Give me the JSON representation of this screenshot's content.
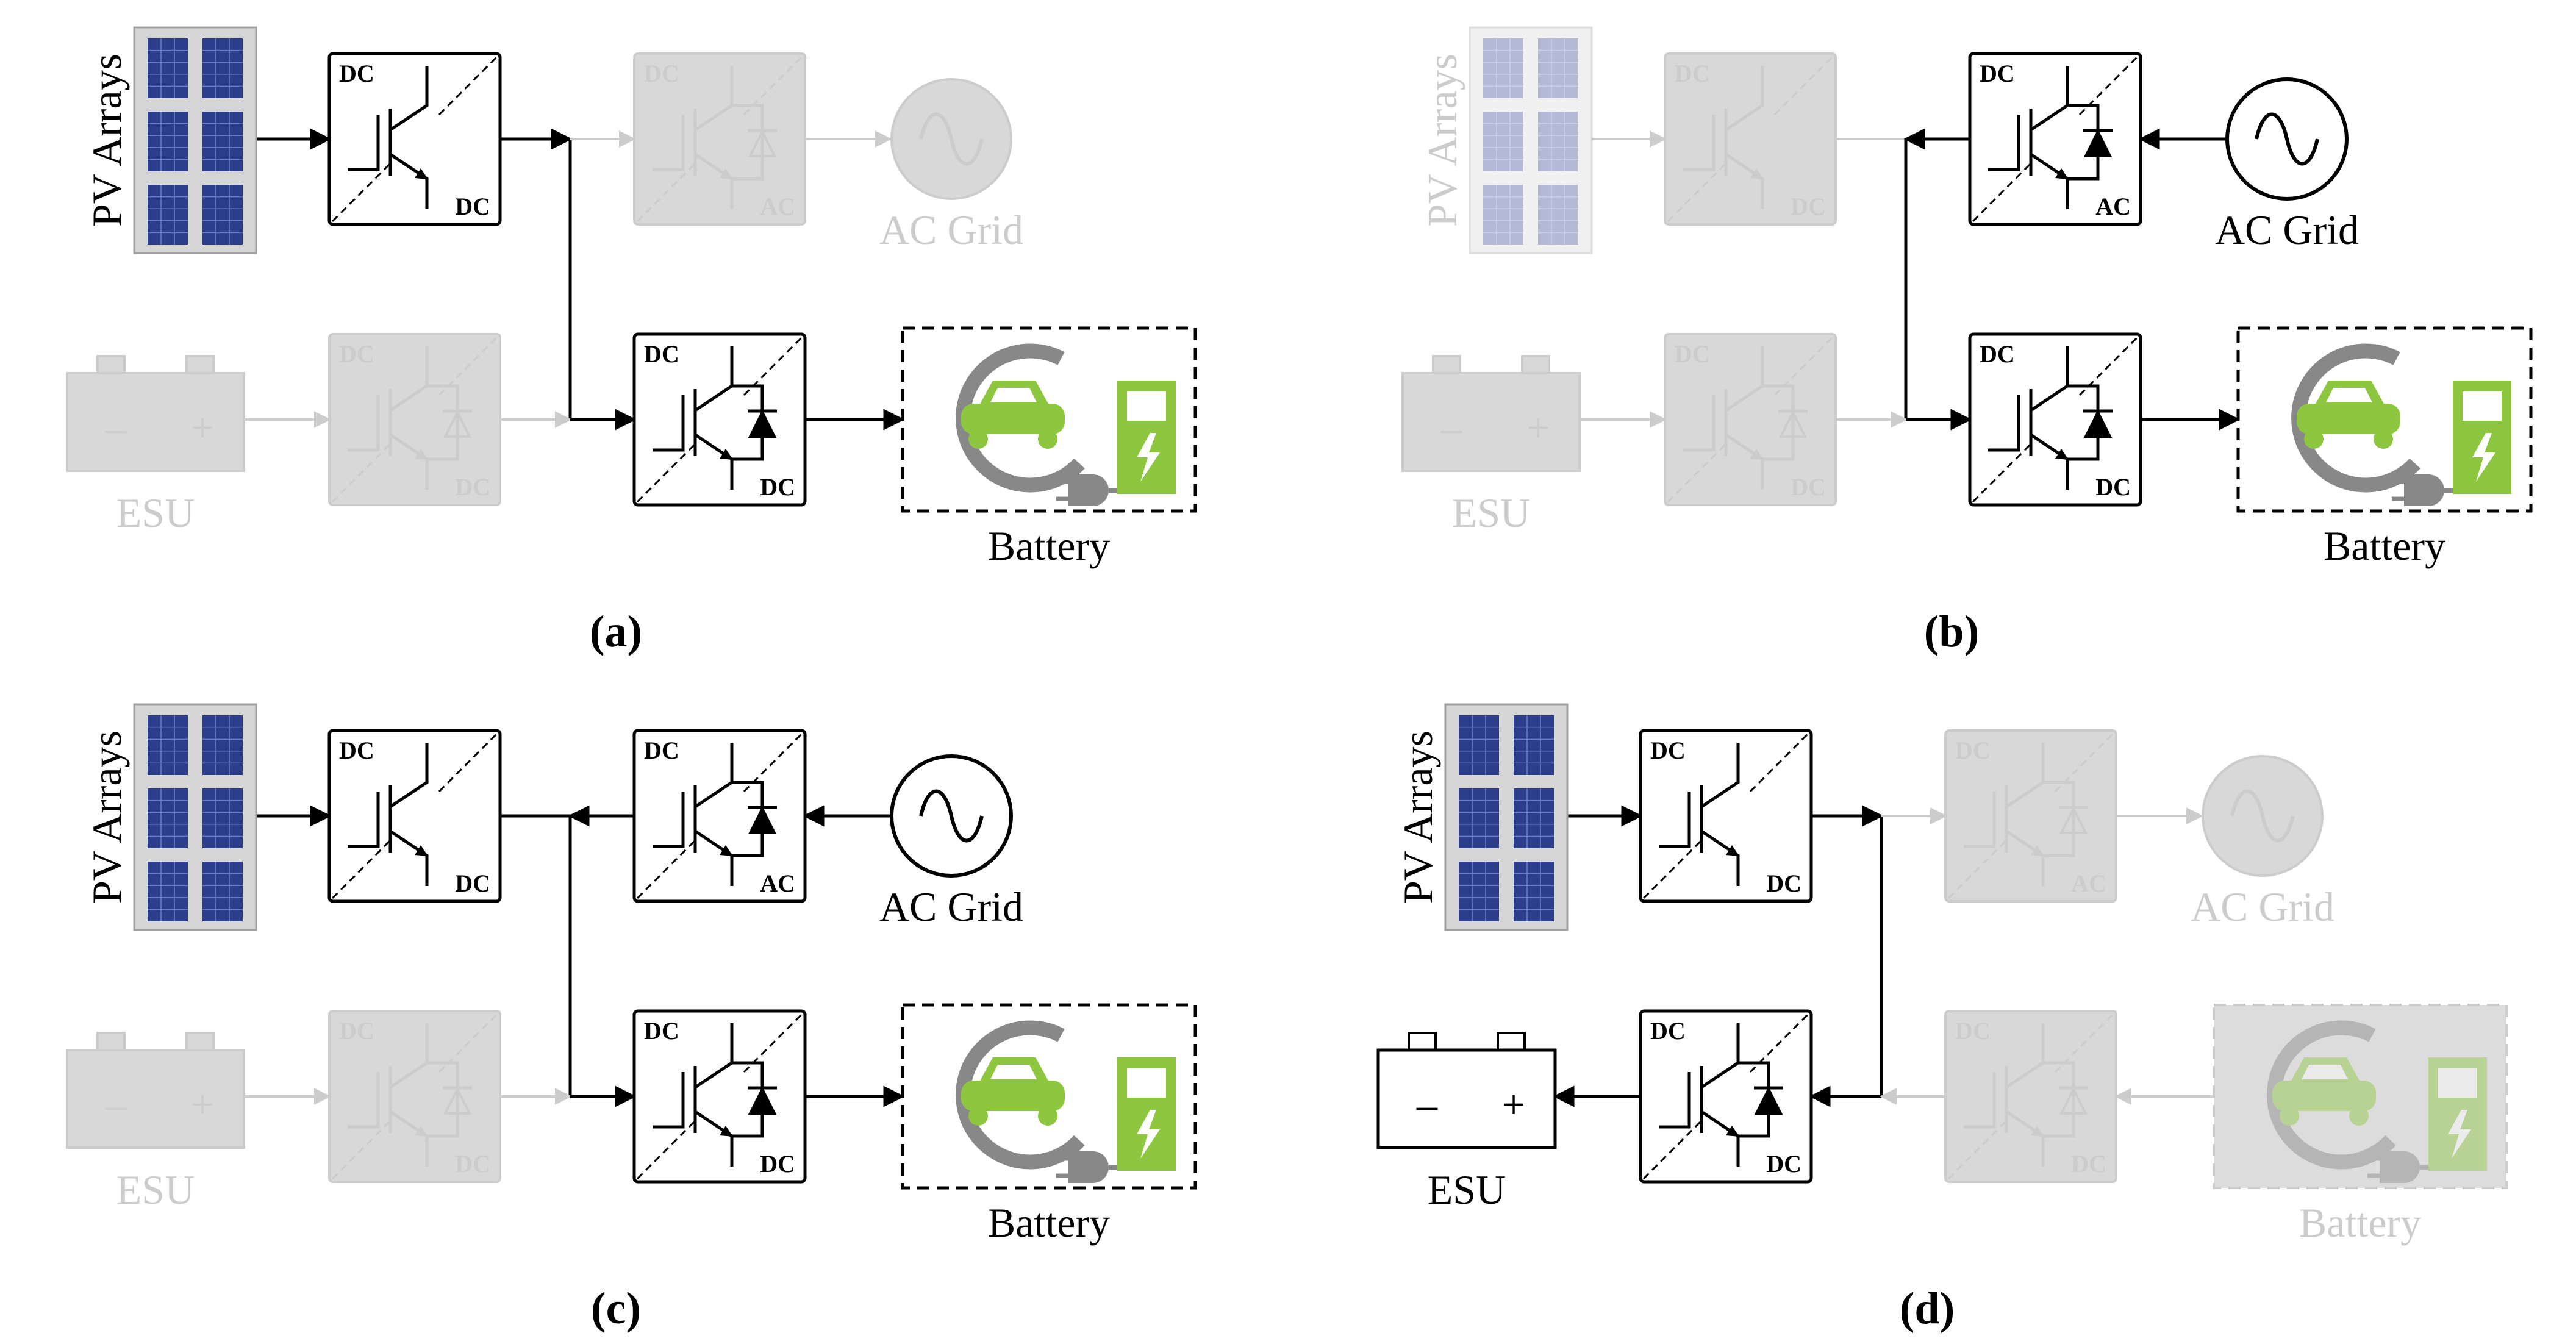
{
  "labels": {
    "pv": "PV Arrays",
    "ac_grid": "AC Grid",
    "esu": "ESU",
    "battery": "Battery",
    "dc": "DC",
    "ac": "AC",
    "minus": "–",
    "plus": "+"
  },
  "colors": {
    "active": "#000000",
    "inactive": "#cccccc",
    "solar_cell": "#2c3d8c",
    "solar_frame": "#d6d6d6",
    "ev_green": "#8dc63f",
    "ev_gray": "#888888"
  },
  "panels": [
    {
      "caption": "(a)",
      "active": {
        "pv": true,
        "pv_conv": true,
        "grid": false,
        "grid_conv": false,
        "esu": false,
        "esu_conv": false,
        "ev": true,
        "ev_conv": true
      }
    },
    {
      "caption": "(b)",
      "active": {
        "pv": false,
        "pv_conv": false,
        "grid": true,
        "grid_conv": true,
        "esu": false,
        "esu_conv": false,
        "ev": true,
        "ev_conv": true
      }
    },
    {
      "caption": "(c)",
      "active": {
        "pv": true,
        "pv_conv": true,
        "grid": true,
        "grid_conv": true,
        "esu": false,
        "esu_conv": false,
        "ev": true,
        "ev_conv": true
      }
    },
    {
      "caption": "(d)",
      "active": {
        "pv": true,
        "pv_conv": true,
        "grid": false,
        "grid_conv": false,
        "esu": true,
        "esu_conv": true,
        "ev": false,
        "ev_conv": false
      }
    }
  ],
  "icons": {
    "pv": "solar-panel-icon",
    "converter": "igbt-converter-icon",
    "grid": "ac-sine-source-icon",
    "esu": "battery-cell-icon",
    "ev": "ev-charging-icon"
  }
}
